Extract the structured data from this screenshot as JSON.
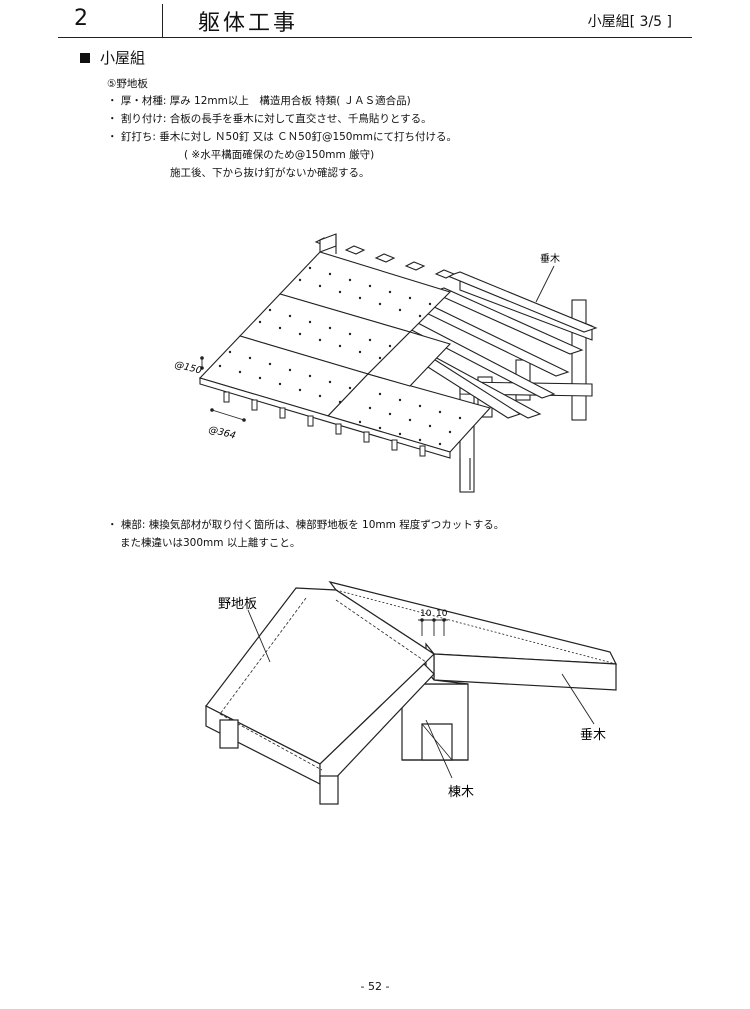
{
  "header": {
    "section_number": "2",
    "section_title": "躯体工事",
    "page_ref": "小屋組[ 3/5 ]"
  },
  "sub_heading": "小屋組",
  "item_title": "⑤野地板",
  "specs": [
    "・ 厚・材種: 厚み 12mm以上　構造用合板 特類( ＪＡＳ適合品)",
    "・ 割り付け: 合板の長手を垂木に対して直交させ、千鳥貼りとする。",
    "・ 釘打ち: 垂木に対し Ｎ50釘 又は ＣＮ50釘@150mmにて打ち付ける。",
    "( ※水平構面確保のため@150mm 厳守)",
    "施工後、下から抜け釘がないか確認する。"
  ],
  "diagram1": {
    "label_rafter": "垂木",
    "label_pitch_150": "@150",
    "label_pitch_364": "@364"
  },
  "ridge_note": [
    "・ 棟部: 棟換気部材が取り付く箇所は、棟部野地板を 10mm 程度ずつカットする。",
    "また棟違いは300mm 以上離すこと。"
  ],
  "diagram2": {
    "label_sheathing": "野地板",
    "label_rafter": "垂木",
    "label_ridge": "棟木",
    "dim_left": "10",
    "dim_right": "10"
  },
  "page_number": "- 52 -"
}
